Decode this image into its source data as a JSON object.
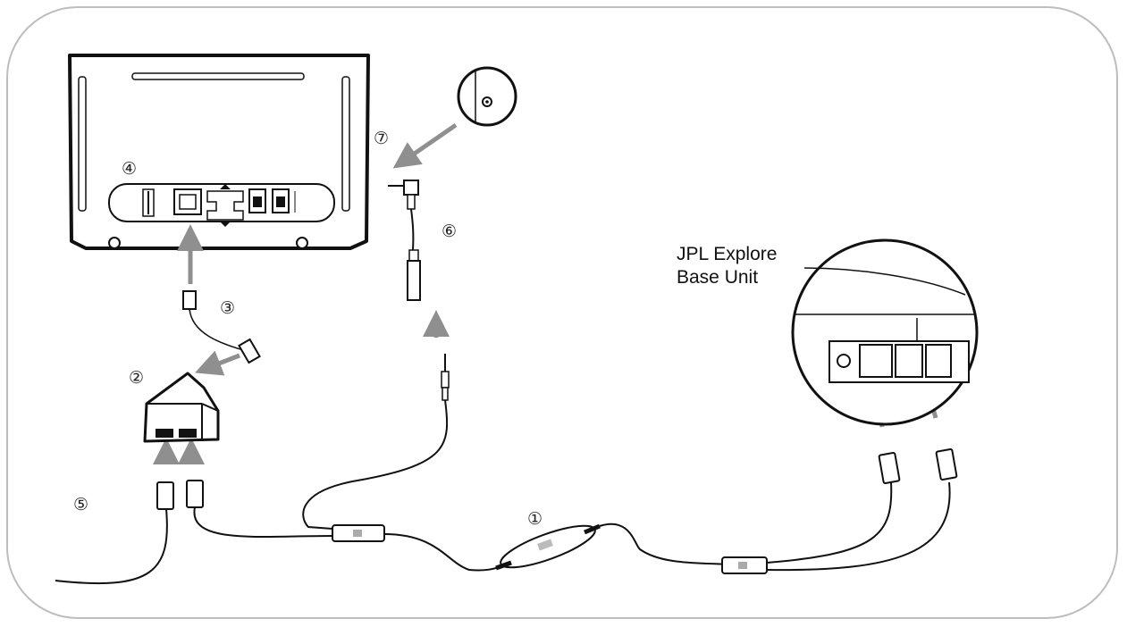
{
  "callouts": {
    "n1": "①",
    "n2": "②",
    "n3": "③",
    "n4": "④",
    "n5": "⑤",
    "n6": "⑥",
    "n7": "⑦"
  },
  "base_unit_label": {
    "line1": "JPL Explore",
    "line2": "Base Unit"
  },
  "colors": {
    "frame_border": "#bdbdbd",
    "arrow": "#8f8f8f",
    "line": "#111111"
  }
}
